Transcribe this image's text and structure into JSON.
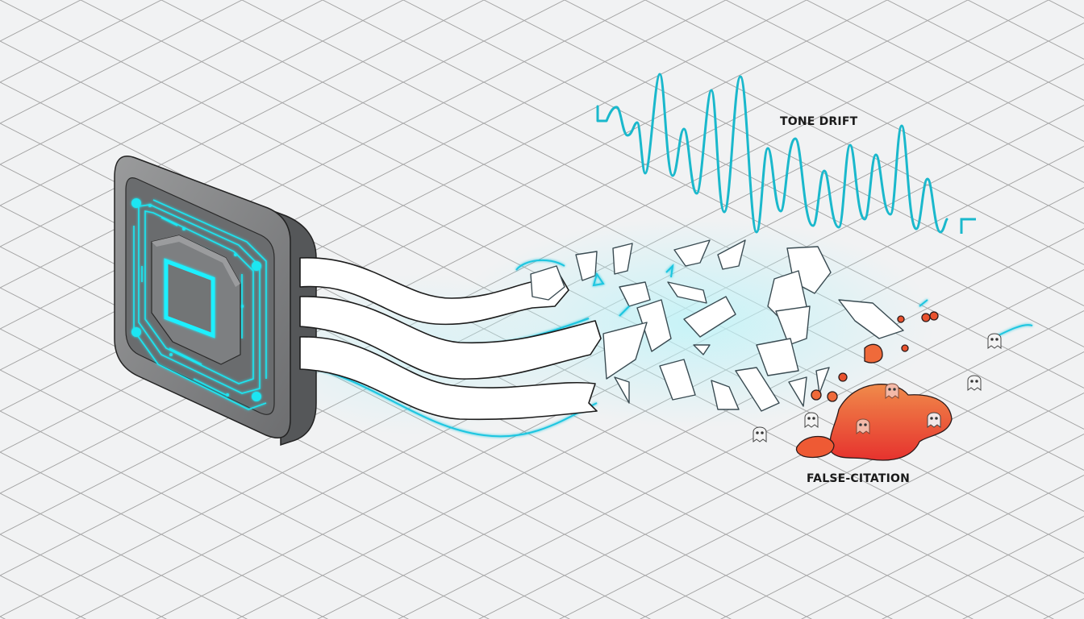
{
  "labels": {
    "tone_drift": "TONE DRIFT",
    "false_citation": "FALSE-CITATION"
  },
  "colors": {
    "background": "#f1f2f3",
    "grid_line": "#9a9a9a",
    "chip_body": "#8a8a8a",
    "chip_face": "#6f7173",
    "circuit_cyan": "#1ee0ee",
    "wave_cyan": "#1ab8cc",
    "ribbon_white": "#ffffff",
    "shard_edge": "#6b8790",
    "blob_red": "#e8402e",
    "blob_orange": "#ef7a45",
    "ghost_fill": "#f4f4f4",
    "text": "#1a1a1a"
  },
  "elements": {
    "chip": "processor-chip-with-glowing-circuitry",
    "ribbons": 3,
    "shards": "shattered-ribbon-fragments",
    "wave": "tone-drift-oscillation",
    "blobs": "false-citation-red-puddle",
    "ghosts": 7
  }
}
